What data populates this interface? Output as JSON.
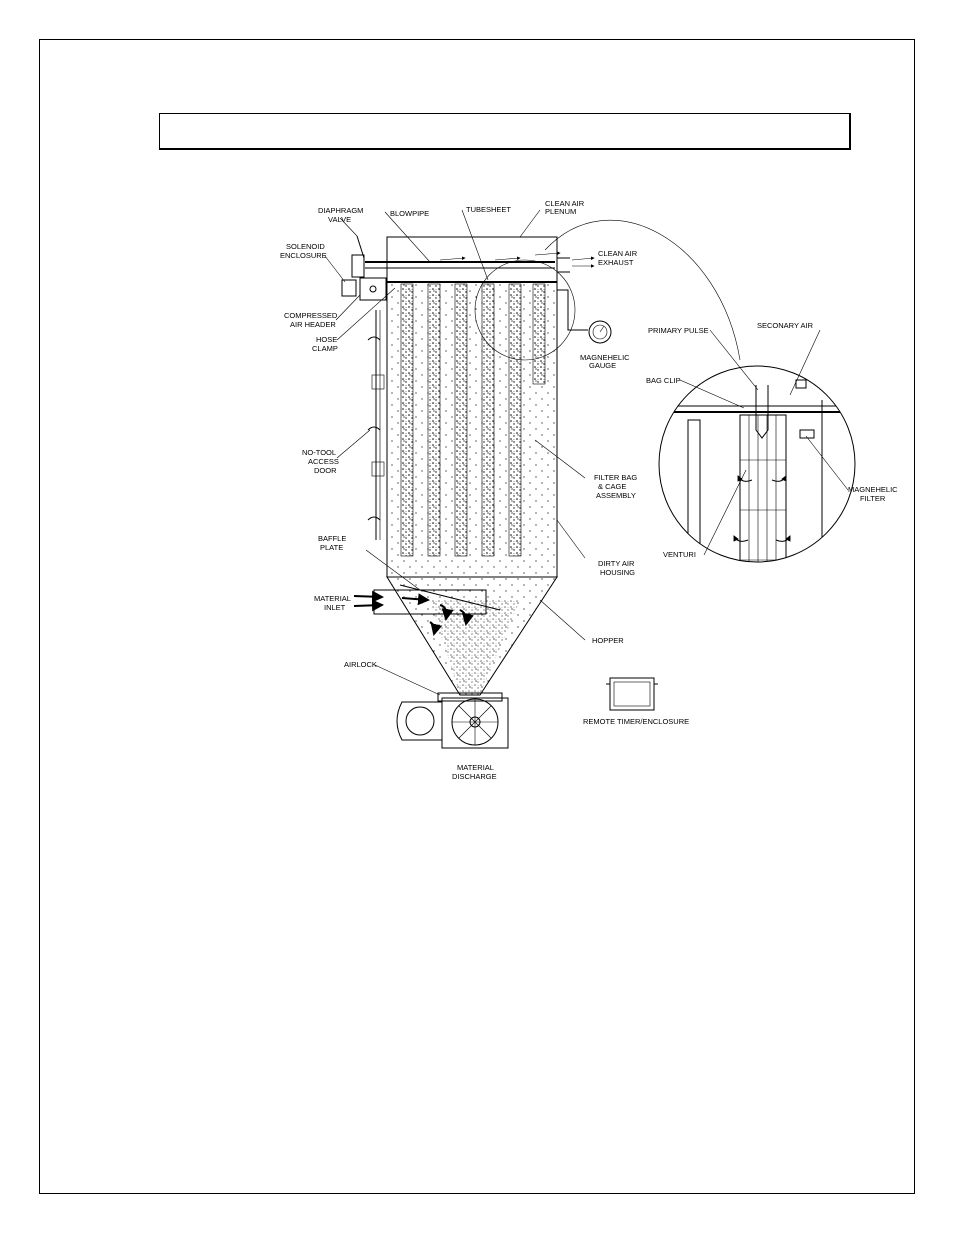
{
  "title": "",
  "labels": {
    "diaphragm_valve": [
      "DIAPHRAGM",
      "VALVE"
    ],
    "blowpipe": [
      "BLOWPIPE"
    ],
    "tubesheet": [
      "TUBESHEET"
    ],
    "clean_air_plenum": [
      "CLEAN AIR",
      "PLENUM"
    ],
    "solenoid_enclosure": [
      "SOLENOID",
      "ENCLOSURE"
    ],
    "clean_air_exhaust": [
      "CLEAN AIR",
      "EXHAUST"
    ],
    "compressed_air_header": [
      "COMPRESSED",
      "AIR HEADER"
    ],
    "hose_clamp": [
      "HOSE",
      "CLAMP"
    ],
    "magnehelic_gauge": [
      "MAGNEHELIC",
      "GAUGE"
    ],
    "primary_pulse": [
      "PRIMARY PULSE"
    ],
    "secondary_air": [
      "SECONARY AIR"
    ],
    "bag_clip": [
      "BAG CLIP"
    ],
    "no_tool_access_door": [
      "NO-TOOL",
      "ACCESS",
      "DOOR"
    ],
    "filter_bag_cage": [
      "FILTER BAG",
      "& CAGE",
      "ASSEMBLY"
    ],
    "magnehelic_filter": [
      "MAGNEHELIC",
      "FILTER"
    ],
    "venturi": [
      "VENTURI"
    ],
    "baffle_plate": [
      "BAFFLE",
      "PLATE"
    ],
    "dirty_air_housing": [
      "DIRTY AIR",
      "HOUSING"
    ],
    "material_inlet": [
      "MATERIAL",
      "INLET"
    ],
    "hopper": [
      "HOPPER"
    ],
    "airlock": [
      "AIRLOCK"
    ],
    "remote_timer": [
      "REMOTE TIMER/ENCLOSURE"
    ],
    "material_discharge": [
      "MATERIAL",
      "DISCHARGE"
    ]
  }
}
